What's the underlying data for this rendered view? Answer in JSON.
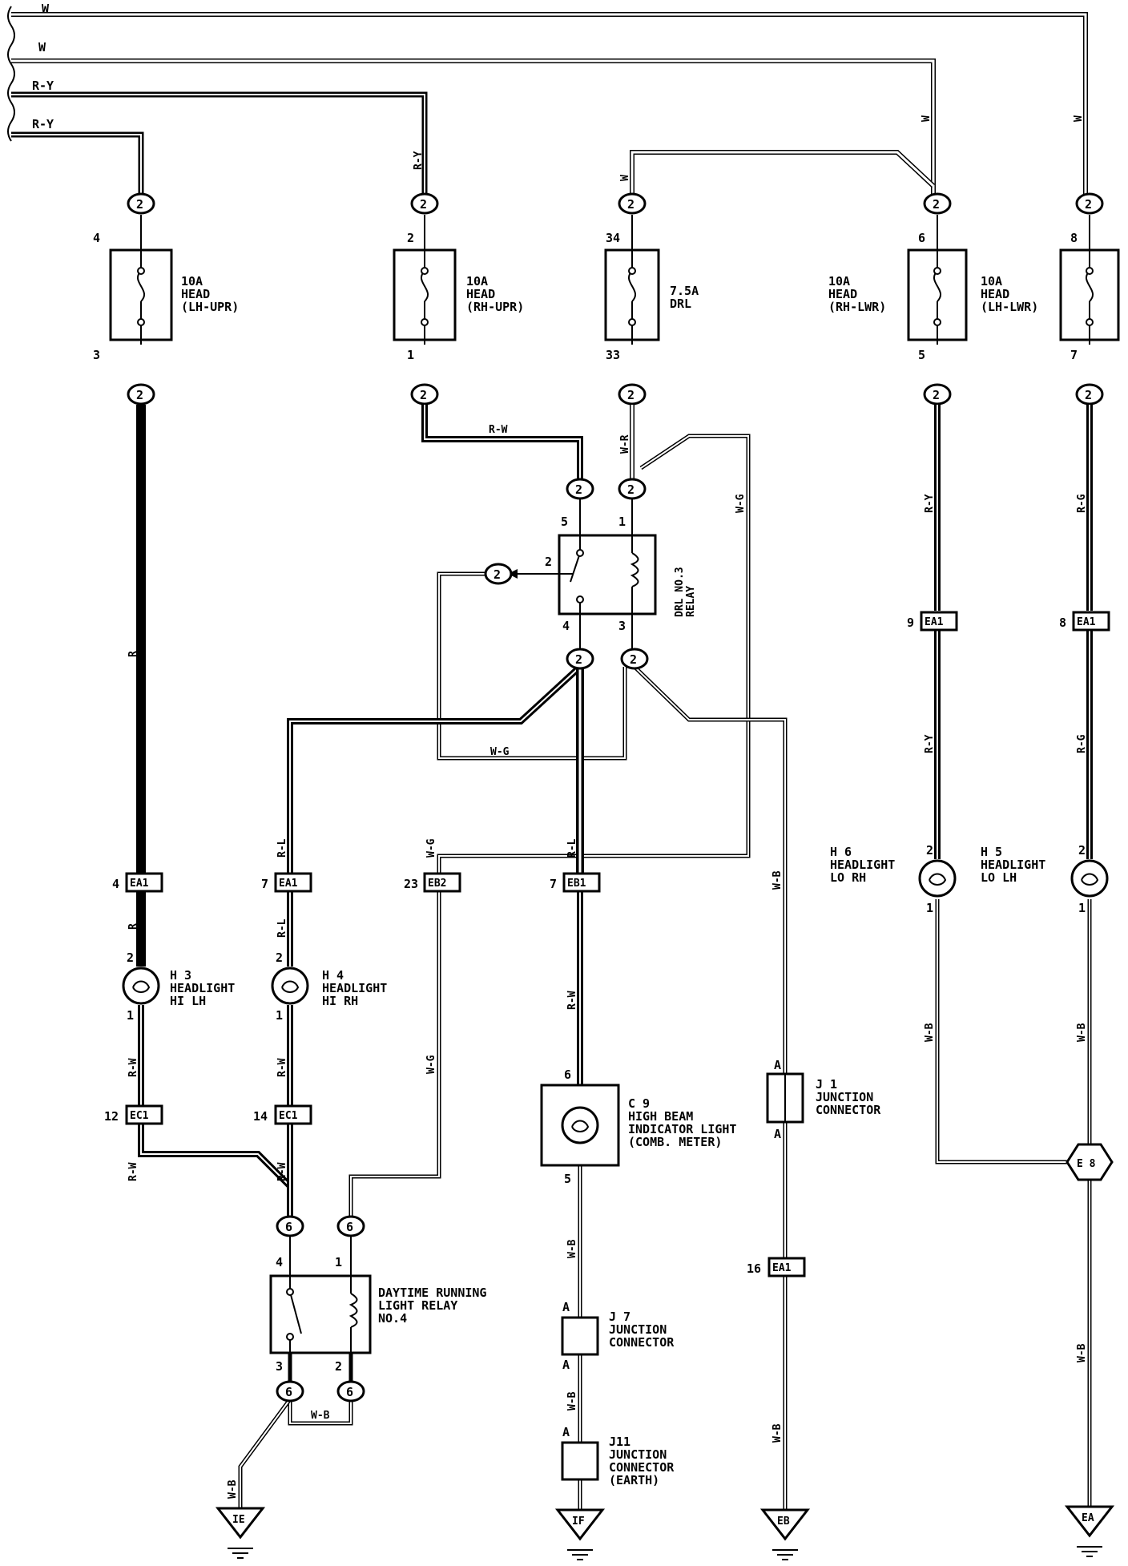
{
  "harness_labels": {
    "w_top": "W",
    "w_second": "W",
    "ry_top": "R-Y",
    "ry_second": "R-Y"
  },
  "fuses": [
    {
      "id": "fuse-head-lh-upr",
      "pin_in": "4",
      "pin_out": "3",
      "rating": "10A",
      "name": "HEAD",
      "sub": "(LH-UPR)"
    },
    {
      "id": "fuse-head-rh-upr",
      "pin_in": "2",
      "pin_out": "1",
      "rating": "10A",
      "name": "HEAD",
      "sub": "(RH-UPR)"
    },
    {
      "id": "fuse-drl",
      "pin_in": "34",
      "pin_out": "33",
      "rating": "7.5A",
      "name": "DRL",
      "sub": ""
    },
    {
      "id": "fuse-head-rh-lwr",
      "pin_in": "6",
      "pin_out": "5",
      "rating": "10A",
      "name": "HEAD",
      "sub": "(RH-LWR)"
    },
    {
      "id": "fuse-head-lh-lwr",
      "pin_in": "8",
      "pin_out": "7",
      "rating": "10A",
      "name": "HEAD",
      "sub": "(LH-LWR)"
    }
  ],
  "connector_tag": "2",
  "connector_tag_6": "6",
  "wire_labels": {
    "r": "R",
    "ry": "R-Y",
    "w": "W",
    "rw": "R-W",
    "wr": "W-R",
    "wg": "W-G",
    "rl": "R-L",
    "rg": "R-G",
    "wb": "W-B"
  },
  "drl3_relay": {
    "line1": "DRL NO.3",
    "line2": "RELAY",
    "pin5": "5",
    "pin1": "1",
    "pin2": "2",
    "pin4": "4",
    "pin3": "3"
  },
  "junctions": {
    "ea1": "EA1",
    "eb2": "EB2",
    "eb1": "EB1",
    "ec1": "EC1",
    "pin_ea1_4": "4",
    "pin_ea1_7": "7",
    "pin_eb2_23": "23",
    "pin_eb1_7": "7",
    "pin_ea1_9": "9",
    "pin_ea1_8": "8",
    "pin_ec1_12": "12",
    "pin_ec1_14": "14",
    "pin_ea1_16": "16"
  },
  "lamps": {
    "h3": {
      "code": "H 3",
      "l1": "HEADLIGHT",
      "l2": "HI LH",
      "pin_top": "2",
      "pin_bot": "1"
    },
    "h4": {
      "code": "H 4",
      "l1": "HEADLIGHT",
      "l2": "HI RH",
      "pin_top": "2",
      "pin_bot": "1"
    },
    "h6": {
      "code": "H 6",
      "l1": "HEADLIGHT",
      "l2": "LO RH",
      "pin_top": "2",
      "pin_bot": "1"
    },
    "h5": {
      "code": "H 5",
      "l1": "HEADLIGHT",
      "l2": "LO LH",
      "pin_top": "2",
      "pin_bot": "1"
    }
  },
  "c9": {
    "code": "C 9",
    "l1": "HIGH BEAM",
    "l2": "INDICATOR LIGHT",
    "l3": "(COMB. METER)",
    "pin_top": "6",
    "pin_bot": "5"
  },
  "j1": {
    "code": "J 1",
    "l1": "JUNCTION",
    "l2": "CONNECTOR",
    "pin": "A"
  },
  "j7": {
    "code": "J 7",
    "l1": "JUNCTION",
    "l2": "CONNECTOR",
    "pin": "A"
  },
  "j11": {
    "code": "J11",
    "l1": "JUNCTION",
    "l2": "CONNECTOR",
    "l3": "(EARTH)",
    "pin": "A"
  },
  "drl4_relay": {
    "l1": "DAYTIME RUNNING",
    "l2": "LIGHT RELAY",
    "l3": "NO.4",
    "pin4": "4",
    "pin1": "1",
    "pin3": "3",
    "pin2": "2"
  },
  "splice": "E 8",
  "grounds": {
    "ie": "IE",
    "if": "IF",
    "eb": "EB",
    "ea": "EA"
  }
}
